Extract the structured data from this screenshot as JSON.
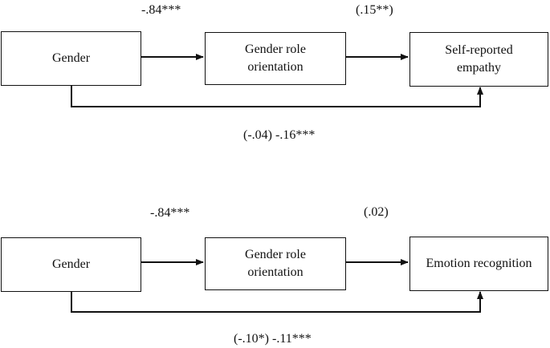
{
  "panels": [
    {
      "nodes": {
        "gender": "Gender",
        "mediator": "Gender role orientation",
        "outcome": "Self-reported empathy"
      },
      "coefficients": {
        "a": "-.84***",
        "b": "(.15**)",
        "c": "(-.04) -.16***"
      }
    },
    {
      "nodes": {
        "gender": "Gender",
        "mediator": "Gender role orientation",
        "outcome": "Emotion recognition"
      },
      "coefficients": {
        "a": "-.84***",
        "b": "(.02)",
        "c": "(-.10*) -.11***"
      }
    }
  ],
  "colors": {
    "stroke": "#111111",
    "background": "#ffffff"
  }
}
